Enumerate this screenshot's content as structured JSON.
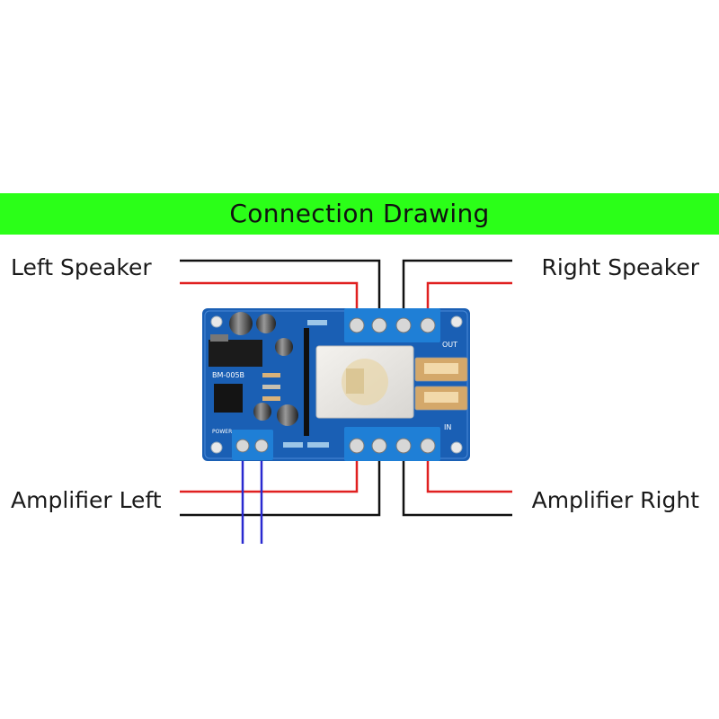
{
  "title": "Connection Drawing",
  "labels": {
    "left_speaker": "Left Speaker",
    "right_speaker": "Right Speaker",
    "amplifier_left": "Amplifier Left",
    "amplifier_right": "Amplifier Right"
  },
  "board": {
    "model": "BM-005B",
    "power_label": "POWER",
    "out_label": "OUT",
    "in_label": "IN"
  },
  "colors": {
    "banner": "#2bff18",
    "pcb": "#1a5fb4",
    "terminal": "#1f7fd6",
    "wire_red": "#e02020",
    "wire_black": "#111111",
    "wire_blue": "#2a2ad0"
  }
}
